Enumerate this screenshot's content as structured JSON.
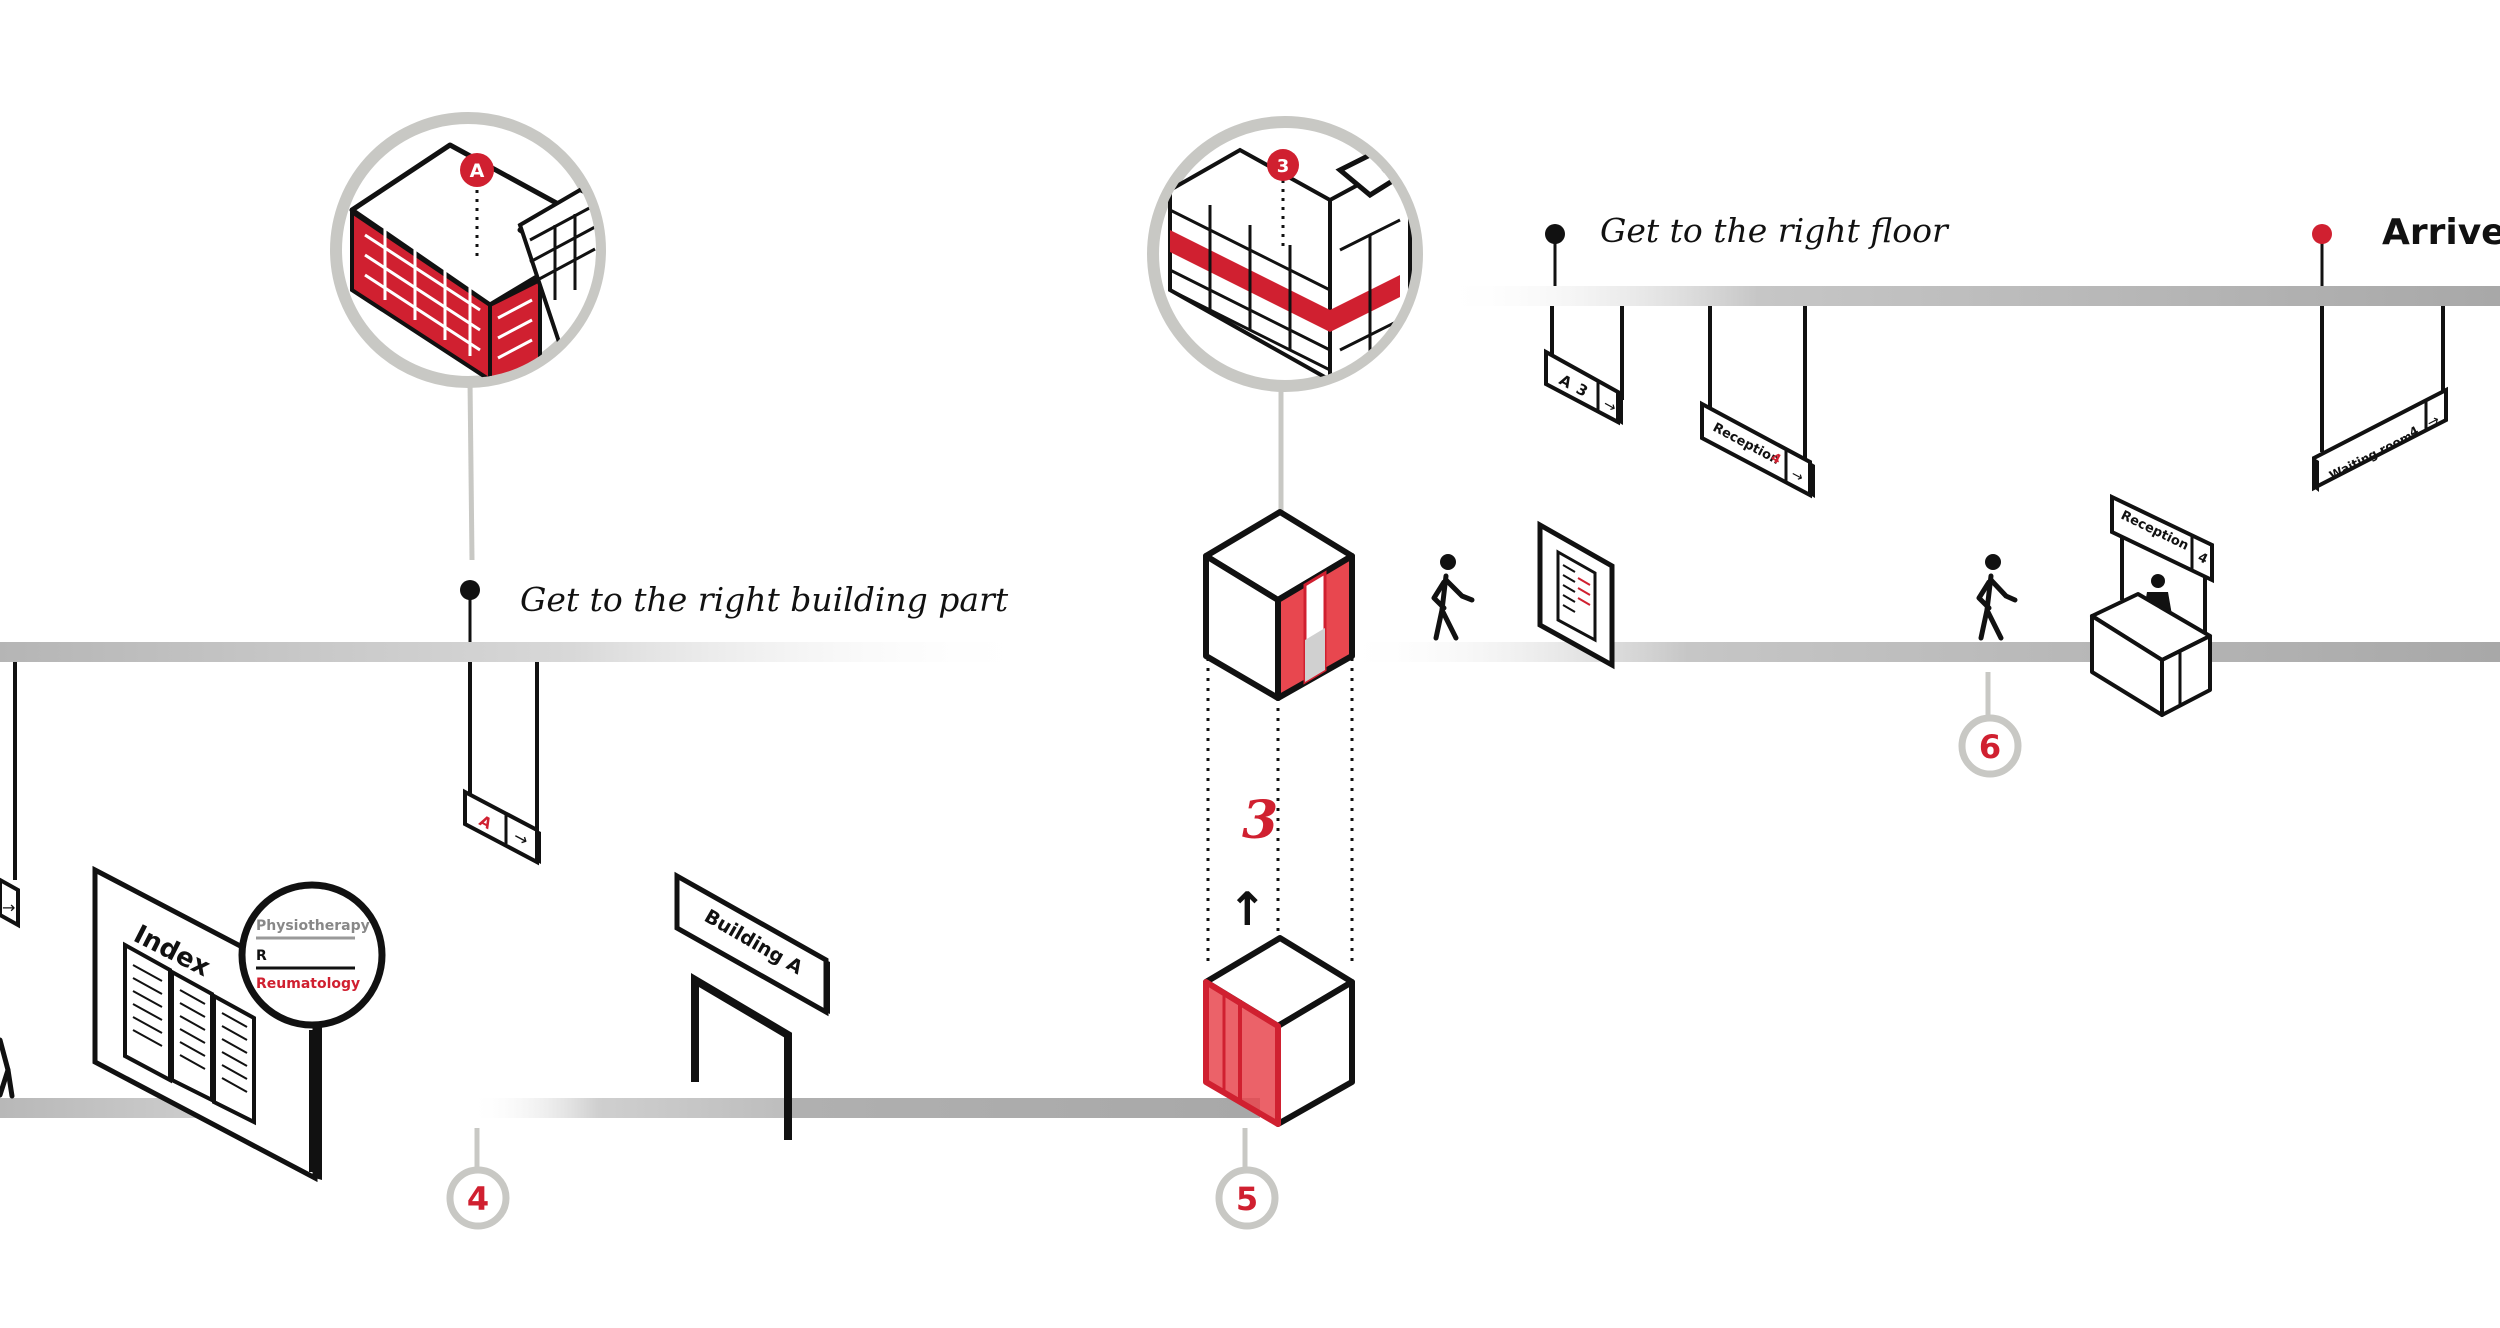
{
  "captions": {
    "building_part": "Get to the right building part",
    "right_floor": "Get to the right floor",
    "arrive": "Arrive"
  },
  "steps": {
    "four": "4",
    "five": "5",
    "six": "6"
  },
  "zoom": {
    "building_letter": "A",
    "floor_number": "3"
  },
  "signs": {
    "index_title": "Index",
    "index_item_1": "Physiotherapy",
    "index_item_2": "R",
    "index_item_3": "Reumatology",
    "building_sign": "Building A",
    "hanging_a_letter": "A",
    "hanging_a_arrow": "→",
    "elevator_floor": "3",
    "elevator_arrow": "↑",
    "floor_sign_a": "A",
    "floor_sign_3": "3",
    "floor_sign_arrow": "→",
    "reception_hanging": "Reception",
    "reception_hanging_num": "4",
    "reception_desk": "Reception",
    "reception_desk_num": "4",
    "waiting_room": "Waiting room",
    "waiting_room_num": "4",
    "left_sign_arrow": "→"
  },
  "colors": {
    "accent_red": "#d02030",
    "line_black": "#111111",
    "gray_ring": "#c8c8c4",
    "gray_bar": "#b5b5b5"
  }
}
